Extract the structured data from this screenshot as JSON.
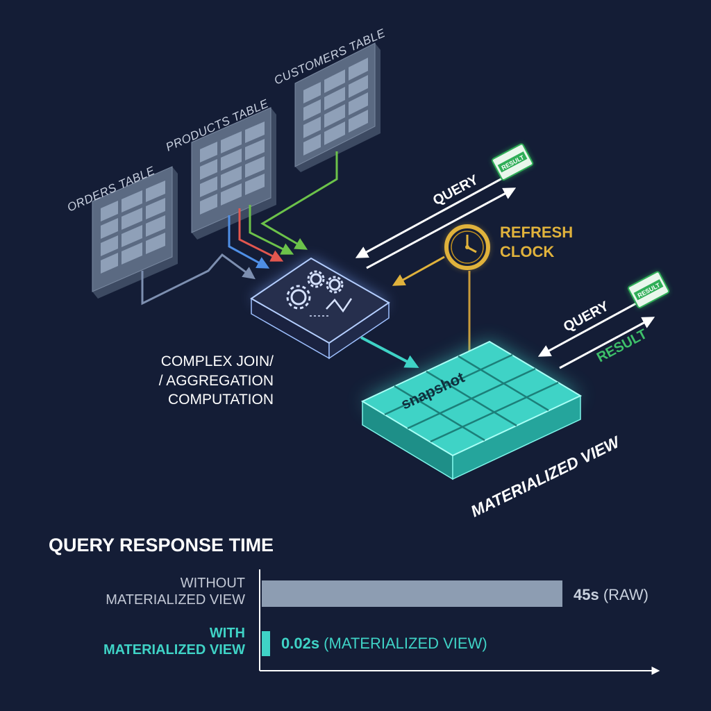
{
  "colors": {
    "background": "#141d36",
    "table_face": "#5b6a82",
    "cell": "#8fa0b8",
    "engine": "#262f4d",
    "engine_glow": "#8fb6ff",
    "snapshot": "#3fd3c6",
    "snapshot_dark": "#1e8f88",
    "refresh": "#e0b23c",
    "result_green": "#2fae57",
    "bar_without": "#8d9db2",
    "bar_with": "#3fd3c6"
  },
  "diagram": {
    "tables": [
      {
        "label": "ORDERS TABLE"
      },
      {
        "label": "PRODUCTS TABLE"
      },
      {
        "label": "CUSTOMERS TABLE"
      }
    ],
    "engine_label_lines": [
      "COMPLEX JOIN/",
      "/ AGGREGATION",
      "COMPUTATION"
    ],
    "refresh_label_lines": [
      "REFRESH",
      "CLOCK"
    ],
    "snapshot_label": "snapshot",
    "materialized_view_label": "MATERIALIZED VIEW",
    "query_label_top": "QUERY",
    "query_label_right": "QUERY",
    "result_label": "RESULT",
    "result_doc_label": "RESULT",
    "icons": [
      "gears-icon",
      "clock-icon",
      "result-document-icon"
    ]
  },
  "response_chart": {
    "title": "QUERY RESPONSE TIME",
    "rows": [
      {
        "label_lines": [
          "WITHOUT",
          "MATERIALIZED VIEW"
        ],
        "value_seconds": 45,
        "value_text": "45s",
        "suffix": " (RAW)"
      },
      {
        "label_lines": [
          "WITH",
          "MATERIALIZED VIEW"
        ],
        "value_seconds": 0.02,
        "value_text": "0.02s",
        "suffix": " (MATERIALIZED VIEW)"
      }
    ]
  }
}
